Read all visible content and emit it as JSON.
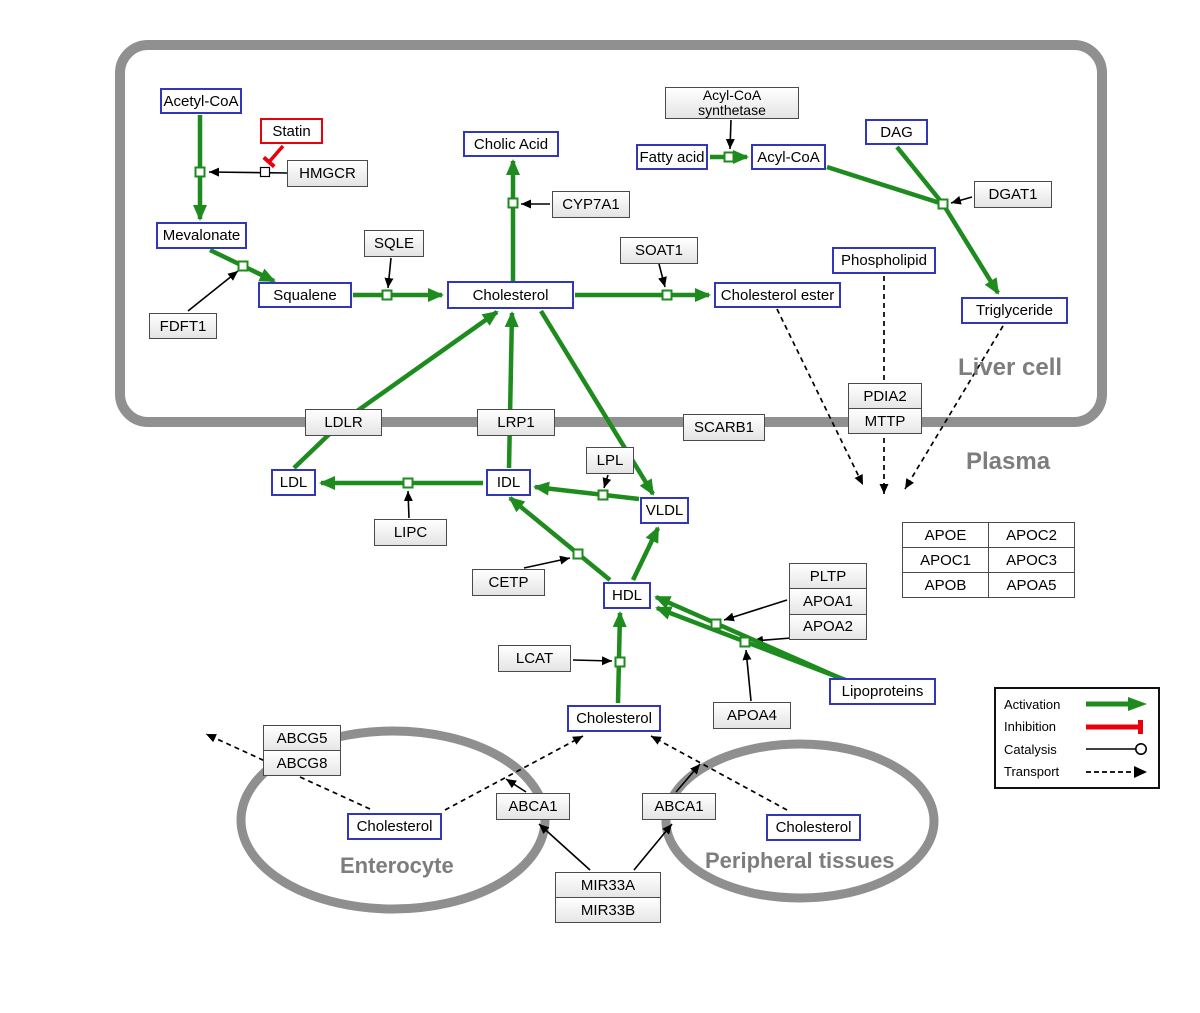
{
  "regions": {
    "liver_cell": "Liver cell",
    "plasma": "Plasma",
    "enterocyte": "Enterocyte",
    "peripheral": "Peripheral tissues"
  },
  "nodes": {
    "acetyl_coa": "Acetyl-CoA",
    "statin": "Statin",
    "hmgcr": "HMGCR",
    "mevalonate": "Mevalonate",
    "fdft1": "FDFT1",
    "squalene": "Squalene",
    "sqle": "SQLE",
    "cholesterol_liver": "Cholesterol",
    "cholic_acid": "Cholic Acid",
    "cyp7a1": "CYP7A1",
    "soat1": "SOAT1",
    "cholesterol_ester": "Cholesterol ester",
    "fatty_acid": "Fatty acid",
    "acyl_coa_synthetase": {
      "line1": "Acyl-CoA",
      "line2": "synthetase"
    },
    "acyl_coa": "Acyl-CoA",
    "dag": "DAG",
    "dgat1": "DGAT1",
    "phospholipid": "Phospholipid",
    "triglyceride": "Triglyceride",
    "pdia2": "PDIA2",
    "mttp": "MTTP",
    "ldlr": "LDLR",
    "lrp1": "LRP1",
    "scarb1": "SCARB1",
    "lpl": "LPL",
    "ldl": "LDL",
    "idl": "IDL",
    "lipc": "LIPC",
    "vldl": "VLDL",
    "cetp": "CETP",
    "hdl": "HDL",
    "pltp": "PLTP",
    "apoa1": "APOA1",
    "apoa2": "APOA2",
    "lcat": "LCAT",
    "apoa4": "APOA4",
    "lipoproteins": "Lipoproteins",
    "cholesterol_plasma": "Cholesterol",
    "abcg5": "ABCG5",
    "abcg8": "ABCG8",
    "cholesterol_enterocyte": "Cholesterol",
    "abca1_left": "ABCA1",
    "abca1_right": "ABCA1",
    "cholesterol_peripheral": "Cholesterol",
    "mir33a": "MIR33A",
    "mir33b": "MIR33B"
  },
  "apo_table": {
    "rows": [
      [
        "APOE",
        "APOC2"
      ],
      [
        "APOC1",
        "APOC3"
      ],
      [
        "APOB",
        "APOA5"
      ]
    ]
  },
  "legend": {
    "activation": "Activation",
    "inhibition": "Inhibition",
    "catalysis": "Catalysis",
    "transport": "Transport"
  },
  "colors": {
    "activation_green": "#1e8b1e",
    "inhibition_red": "#e8000d",
    "metabolite_border_blue": "#3236b8",
    "membrane_gray": "#8f8f8f"
  }
}
